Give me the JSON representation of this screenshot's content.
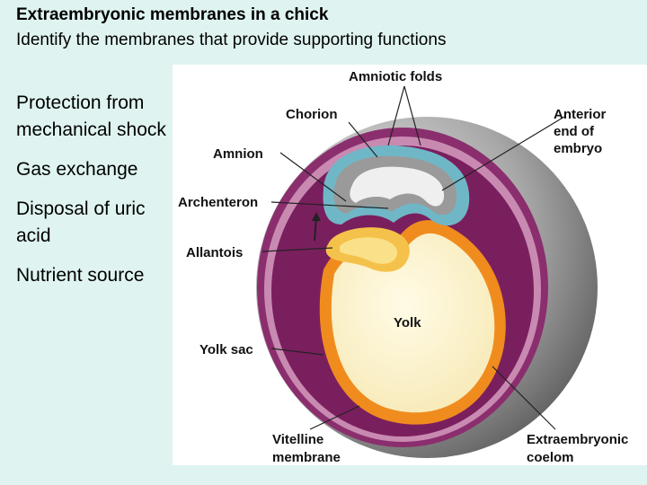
{
  "slide": {
    "title": "Extraembryonic membranes in a chick",
    "subtitle": "Identify the membranes that provide supporting functions"
  },
  "functions": [
    "Protection from mechanical shock",
    "Gas exchange",
    "Disposal of uric acid",
    "Nutrient source"
  ],
  "diagram": {
    "labels": {
      "amniotic_folds": "Amniotic folds",
      "chorion": "Chorion",
      "anterior_1": "Anterior",
      "anterior_2": "end of",
      "anterior_3": "embryo",
      "amnion": "Amnion",
      "archenteron": "Archenteron",
      "allantois": "Allantois",
      "yolk": "Yolk",
      "yolk_sac": "Yolk sac",
      "vitelline_1": "Vitelline",
      "vitelline_2": "membrane",
      "extraembryonic_1": "Extraembryonic",
      "extraembryonic_2": "coelom"
    },
    "colors": {
      "shell_gray": "#8a8a8a",
      "chorion_purple": "#8b2e6e",
      "coelom_purple": "#7a1f5e",
      "amnion_blue": "#6fb7c7",
      "allantois_yellow": "#f4c24a",
      "yolk_cream": "#fff7d6",
      "yolk_sac_orange": "#f08c1e"
    }
  }
}
